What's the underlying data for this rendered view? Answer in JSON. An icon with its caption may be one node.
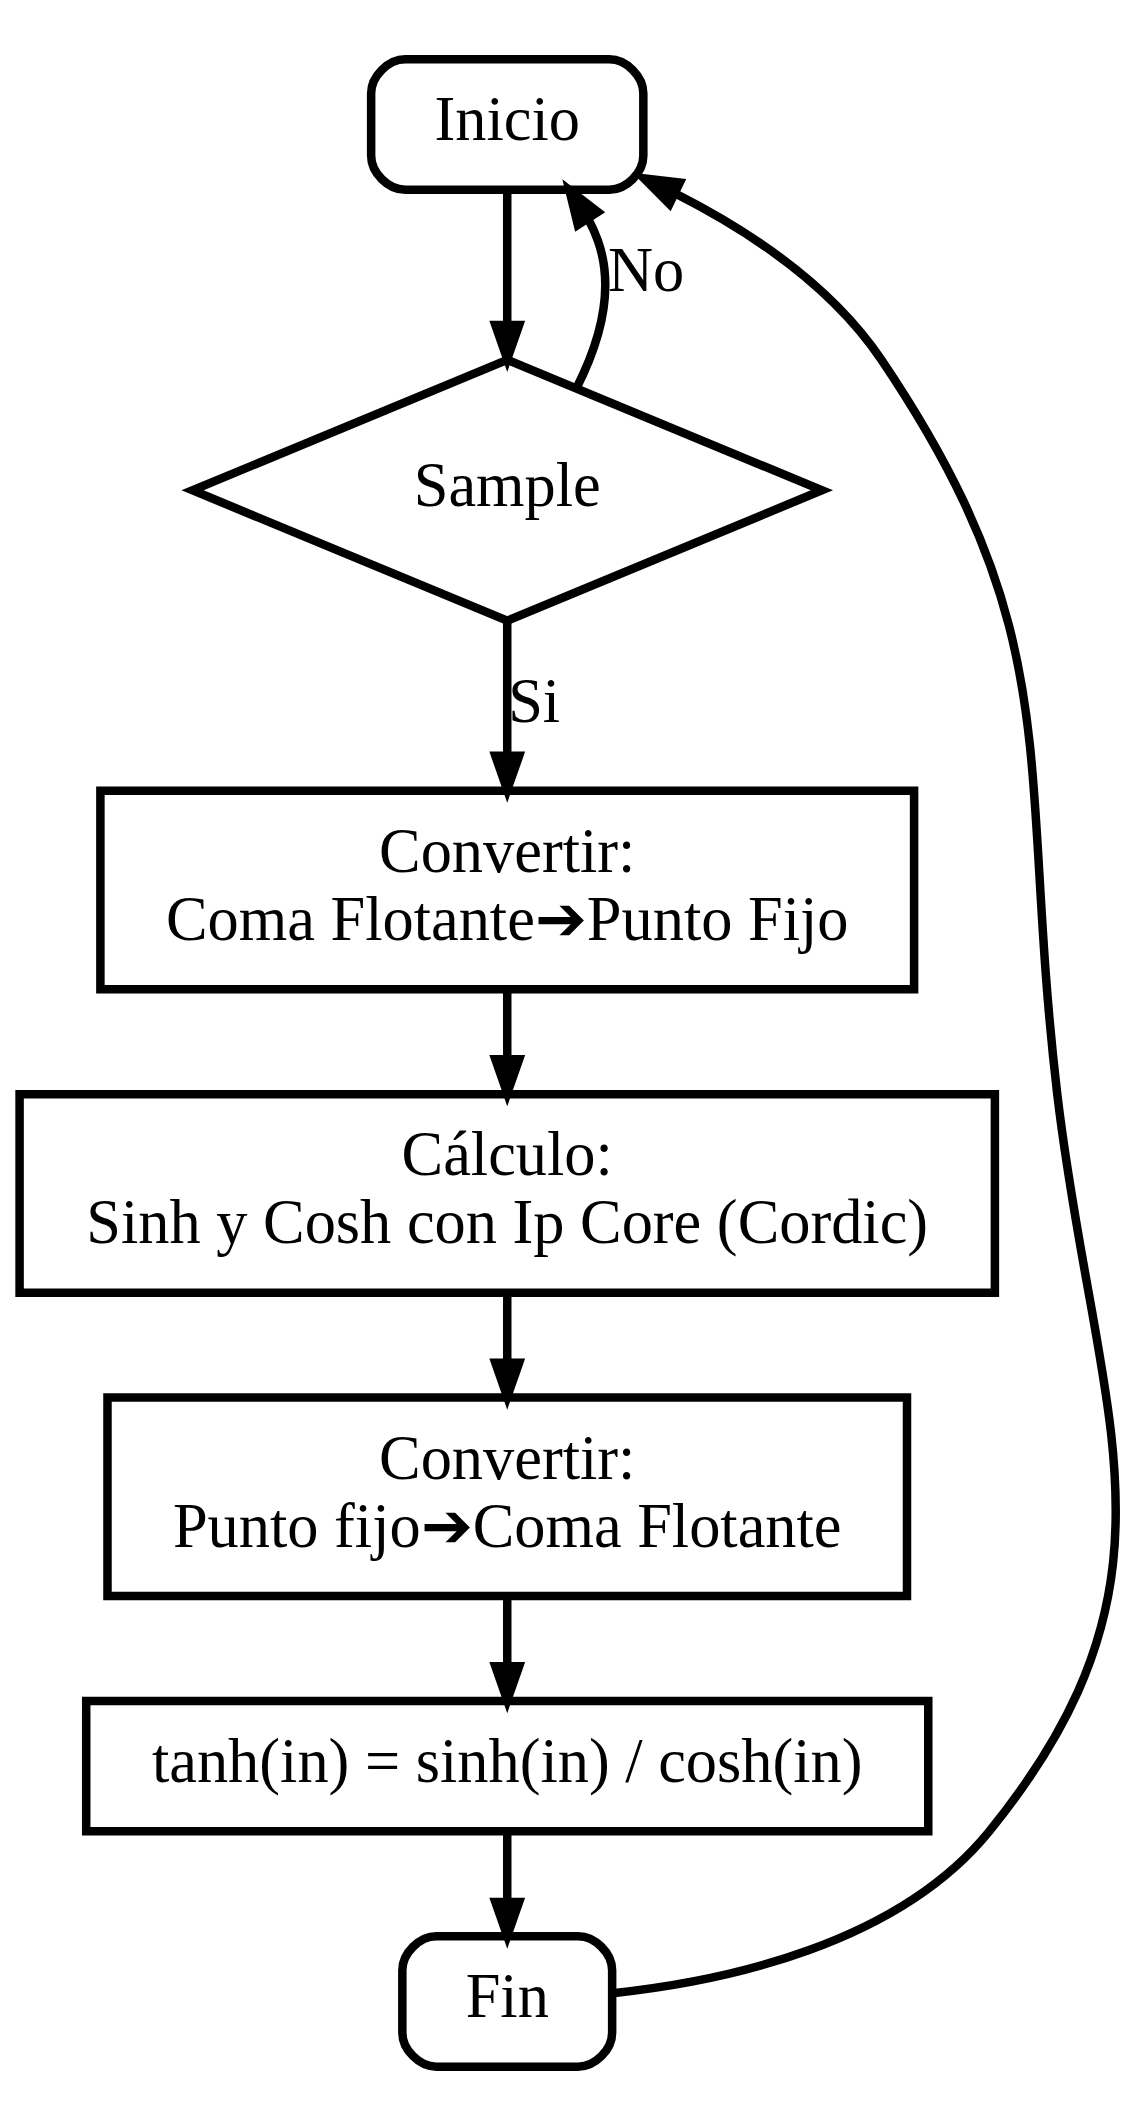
{
  "diagram": {
    "nodes": [
      {
        "text": [
          "Inicio"
        ]
      },
      {
        "text": [
          "Sample"
        ]
      },
      {
        "text": [
          "Convertir:",
          "Coma Flotante➔Punto Fijo"
        ]
      },
      {
        "text": [
          "Cálculo:",
          "Sinh y Cosh con Ip Core (Cordic)"
        ]
      },
      {
        "text": [
          "Convertir:",
          "Punto fijo➔Coma Flotante"
        ]
      },
      {
        "text": [
          "tanh(in) = sinh(in) / cosh(in)"
        ]
      },
      {
        "text": [
          "Fin"
        ]
      }
    ],
    "edges": [
      {
        "from": 0,
        "to": 1,
        "arrow": "to"
      },
      {
        "from": 1,
        "to": 0,
        "arrow": "to",
        "label": "No"
      },
      {
        "from": 1,
        "to": 2,
        "arrow": "to",
        "label": "Si"
      },
      {
        "from": 2,
        "to": 3,
        "arrow": "to"
      },
      {
        "from": 3,
        "to": 4,
        "arrow": "to"
      },
      {
        "from": 4,
        "to": 5,
        "arrow": "to"
      },
      {
        "from": 5,
        "to": 6,
        "arrow": "to"
      },
      {
        "from": 6,
        "to": 0,
        "arrow": "to"
      }
    ]
  }
}
